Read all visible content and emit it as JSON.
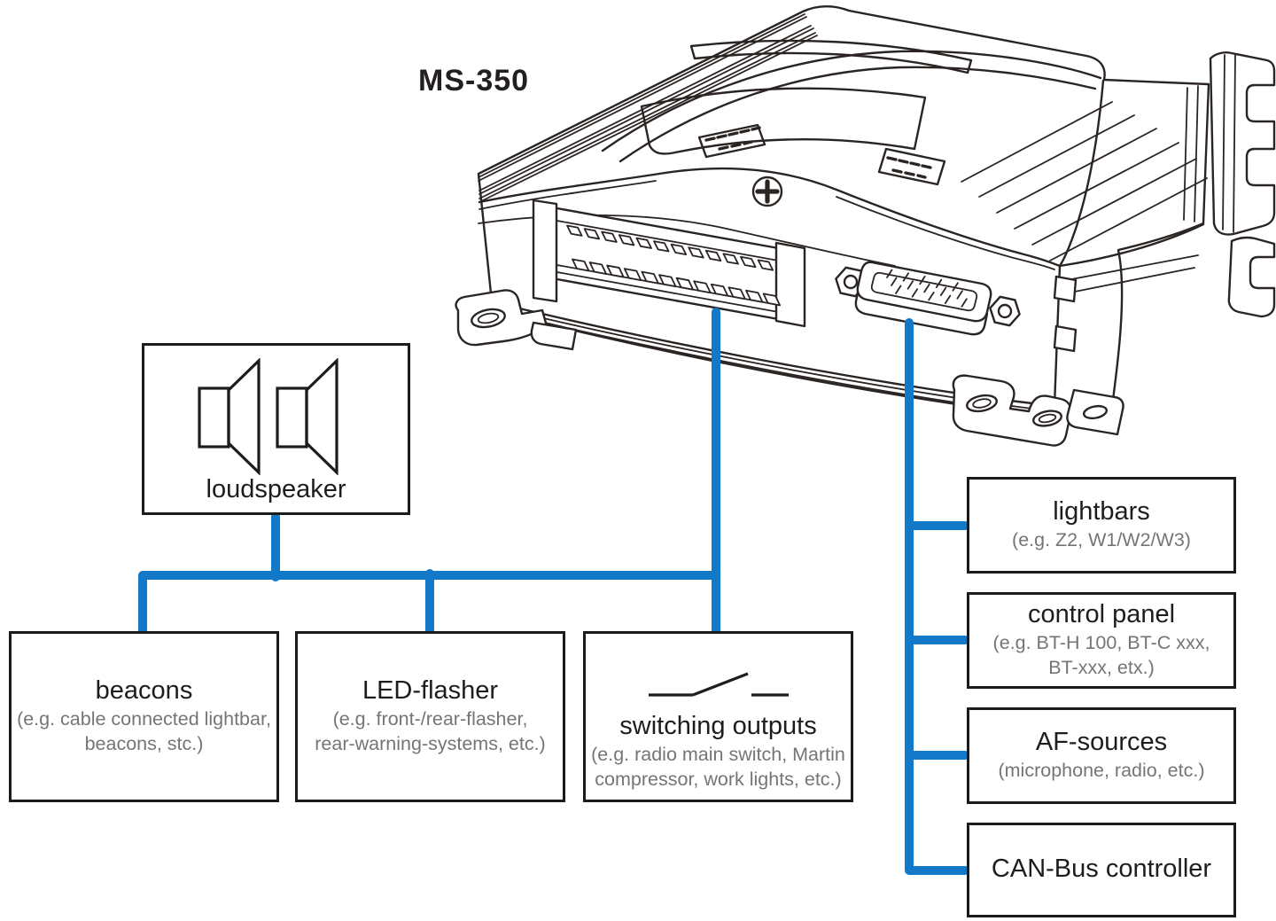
{
  "colors": {
    "line": "#1278c8",
    "ink": "#2a2422",
    "text": "#1d1d1b",
    "muted": "#757575"
  },
  "device": {
    "model": "MS-350"
  },
  "nodes": {
    "loudspeaker": {
      "title": "loudspeaker"
    },
    "beacons": {
      "title": "beacons",
      "sub_lines": [
        "(e.g. cable connected lightbar,",
        "beacons, stc.)"
      ]
    },
    "led_flasher": {
      "title": "LED-flasher",
      "sub_lines": [
        "(e.g. front-/rear-flasher,",
        "rear-warning-systems, etc.)"
      ]
    },
    "switching_outputs": {
      "title": "switching outputs",
      "sub_lines": [
        "(e.g. radio main switch, Martin",
        "compressor, work lights, etc.)"
      ]
    },
    "lightbars": {
      "title": "lightbars",
      "sub_lines": [
        "(e.g. Z2, W1/W2/W3)"
      ]
    },
    "control_panel": {
      "title": "control panel",
      "sub_lines": [
        "(e.g. BT-H 100, BT-C xxx,",
        "BT-xxx, etx.)"
      ]
    },
    "af_sources": {
      "title": "AF-sources",
      "sub_lines": [
        "(microphone, radio, etc.)"
      ]
    },
    "can_bus": {
      "title": "CAN-Bus controller"
    }
  }
}
